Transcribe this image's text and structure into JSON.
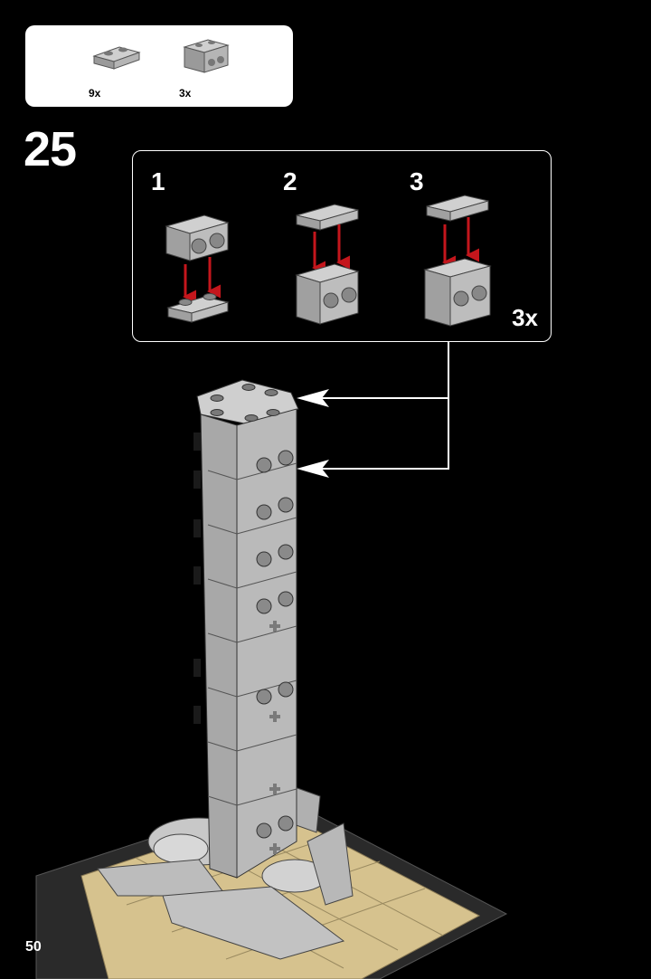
{
  "parts": [
    {
      "name": "plate-1x2",
      "count": "9x"
    },
    {
      "name": "brick-1x2-studs-on-side",
      "count": "3x"
    }
  ],
  "step": {
    "number": "25"
  },
  "substeps": [
    {
      "label": "1"
    },
    {
      "label": "2"
    },
    {
      "label": "3"
    }
  ],
  "substep_multiplier": "3x",
  "page": {
    "number": "50"
  },
  "colors": {
    "background": "#000000",
    "brick_gray": "#b9b9b9",
    "arrow_red": "#c4161c",
    "base_tan": "#d6c28e"
  }
}
